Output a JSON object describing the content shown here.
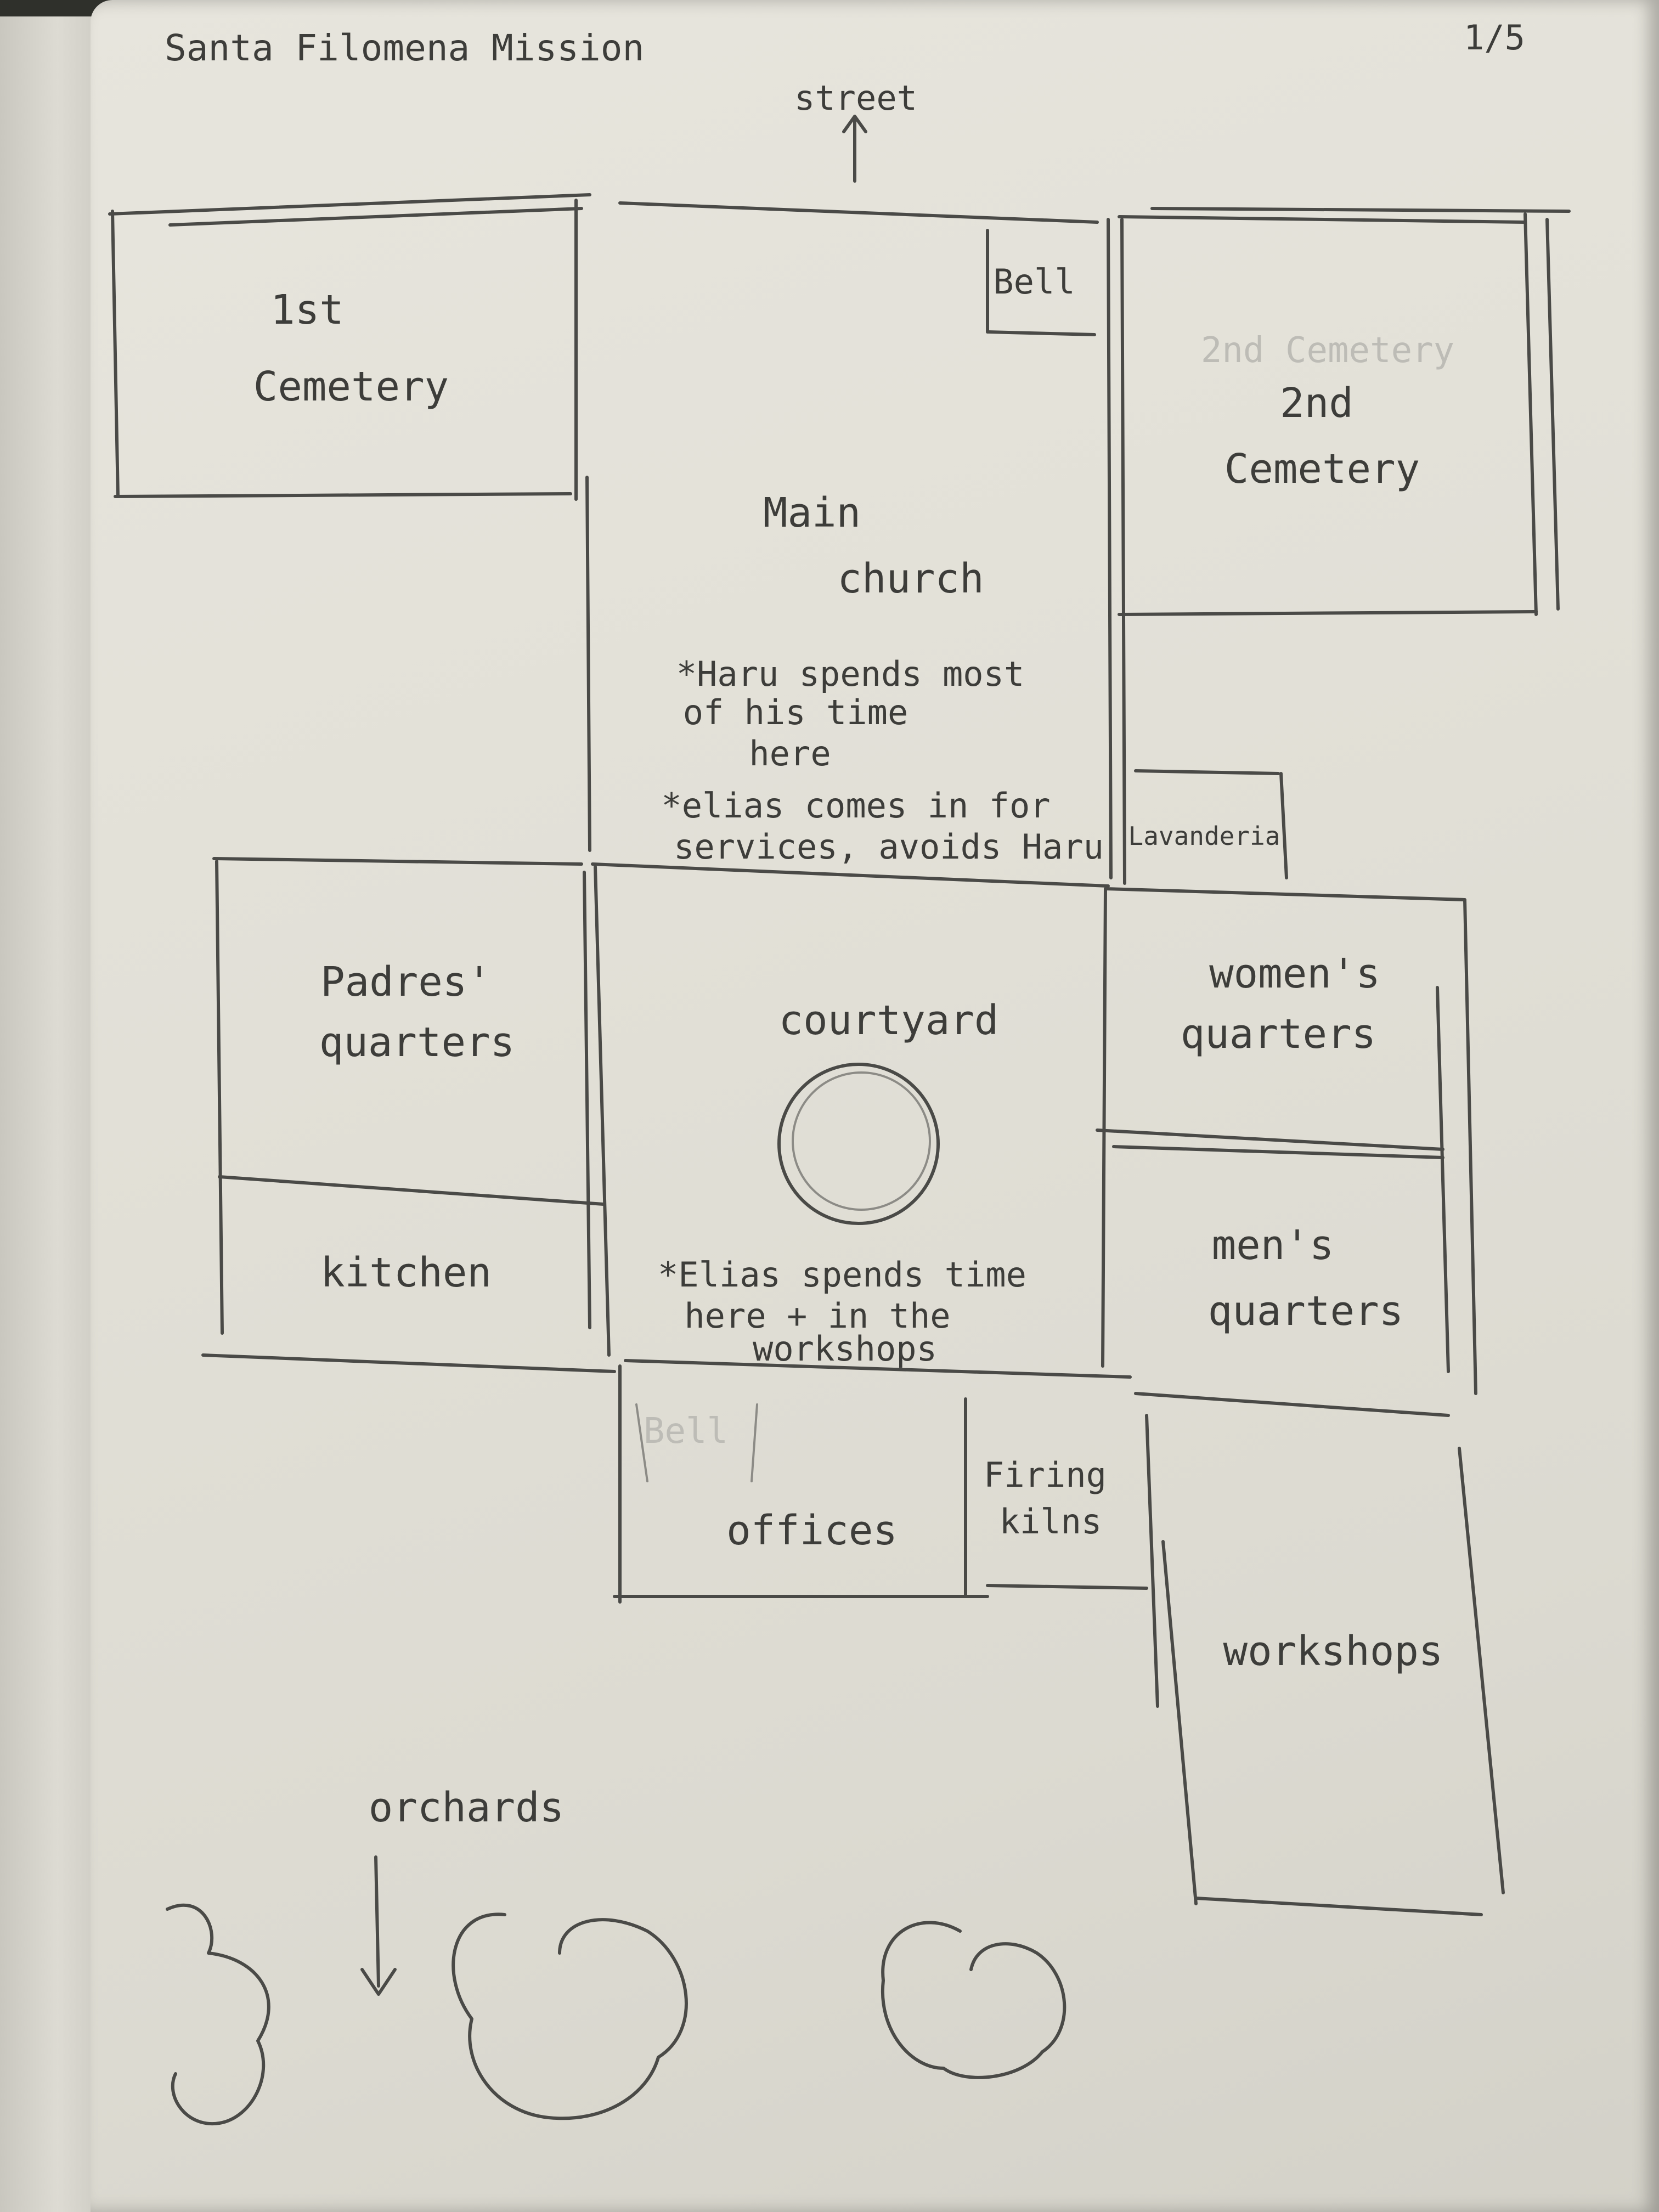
{
  "header": {
    "title": "Santa Filomena Mission",
    "page_number": "1/5",
    "street_label": "street"
  },
  "rooms": {
    "cemetery_1": {
      "line1": "1st",
      "line2": "Cemetery"
    },
    "bell": "Bell",
    "main_church": {
      "line1": "Main",
      "line2": "church"
    },
    "church_notes": {
      "line1": "*Haru spends most",
      "line2": "of his time",
      "line3": "here",
      "line4": "*elias comes in for",
      "line5": "services, avoids Haru"
    },
    "cemetery_2": {
      "line1": "2nd",
      "line2": "Cemetery",
      "ghost": "2nd Cemetery"
    },
    "lavanderia": "Lavanderia",
    "padres_quarters": {
      "line1": "Padres'",
      "line2": "quarters"
    },
    "kitchen": "kitchen",
    "courtyard": "courtyard",
    "courtyard_notes": {
      "line1": "*Elias spends time",
      "line2": "here + in the",
      "line3": "workshops"
    },
    "womens_quarters": {
      "line1": "women's",
      "line2": "quarters"
    },
    "mens_quarters": {
      "line1": "men's",
      "line2": "quarters"
    },
    "offices": "offices",
    "offices_ghost": "Bell",
    "firing_kilns": {
      "line1": "Firing",
      "line2": "kilns"
    },
    "workshops": "workshops",
    "orchards": "orchards"
  },
  "colors": {
    "paper": "#e2e0d7",
    "pencil": "#4a4a47",
    "background": "#2f302b"
  }
}
